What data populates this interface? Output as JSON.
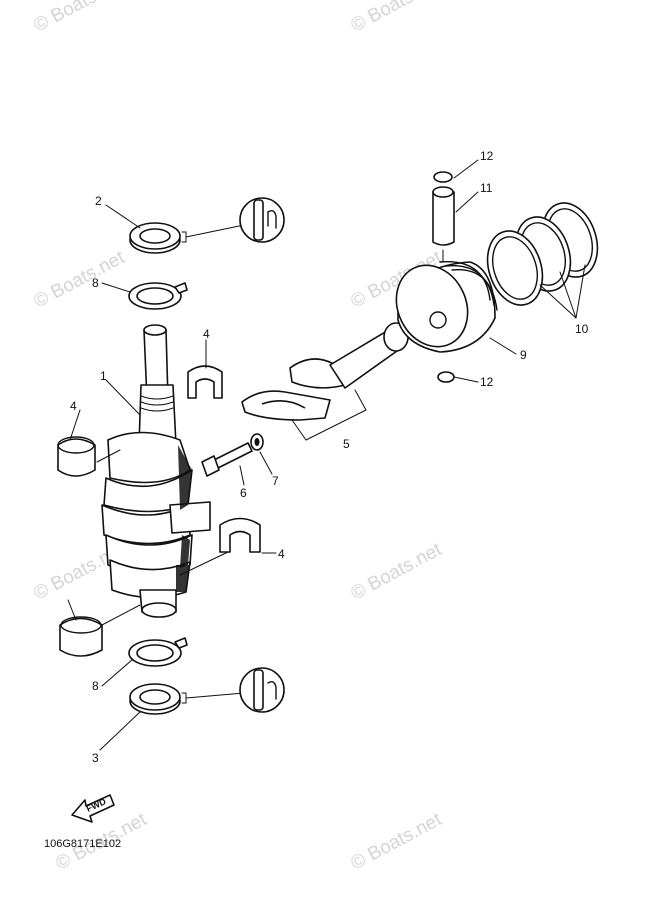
{
  "watermark": "© Boats.net",
  "diagram_code": "106G8171E102",
  "fwd_label": "FWD",
  "callouts": {
    "c1": "1",
    "c2": "2",
    "c3": "3",
    "c4a": "4",
    "c4b": "4",
    "c4c": "4",
    "c5": "5",
    "c6": "6",
    "c7": "7",
    "c8a": "8",
    "c8b": "8",
    "c9": "9",
    "c10": "10",
    "c11": "11",
    "c12a": "12",
    "c12b": "12"
  }
}
